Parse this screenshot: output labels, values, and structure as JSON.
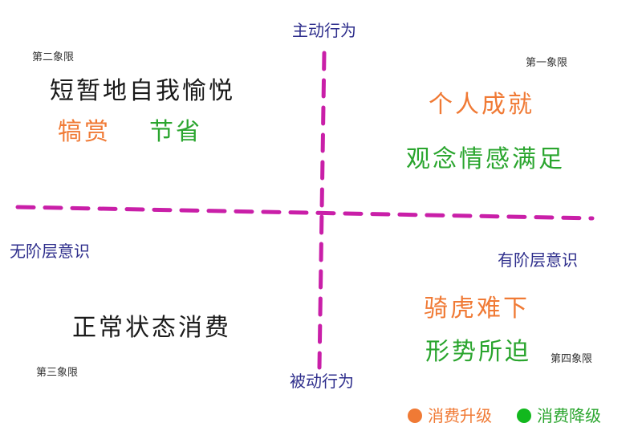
{
  "axes": {
    "top": "主动行为",
    "bottom": "被动行为",
    "left": "无阶层意识",
    "right": "有阶层意识",
    "color": "#c91fa8"
  },
  "quadrants": {
    "q1": {
      "label": "第一象限",
      "lines": [
        {
          "text": "个人成就",
          "tone": "upgrade"
        },
        {
          "text": "观念情感满足",
          "tone": "downgrade"
        }
      ]
    },
    "q2": {
      "label": "第二象限",
      "title": "短暂地自我愉悦",
      "upgrade": "犒赏",
      "downgrade": "节省"
    },
    "q3": {
      "label": "第三象限",
      "title": "正常状态消费"
    },
    "q4": {
      "label": "第四象限",
      "lines": [
        {
          "text": "骑虎难下",
          "tone": "upgrade"
        },
        {
          "text": "形势所迫",
          "tone": "downgrade"
        }
      ]
    }
  },
  "legend": {
    "upgrade": {
      "label": "消费升级",
      "color": "#f07a35"
    },
    "downgrade": {
      "label": "消费降级",
      "color": "#12b81e"
    }
  }
}
